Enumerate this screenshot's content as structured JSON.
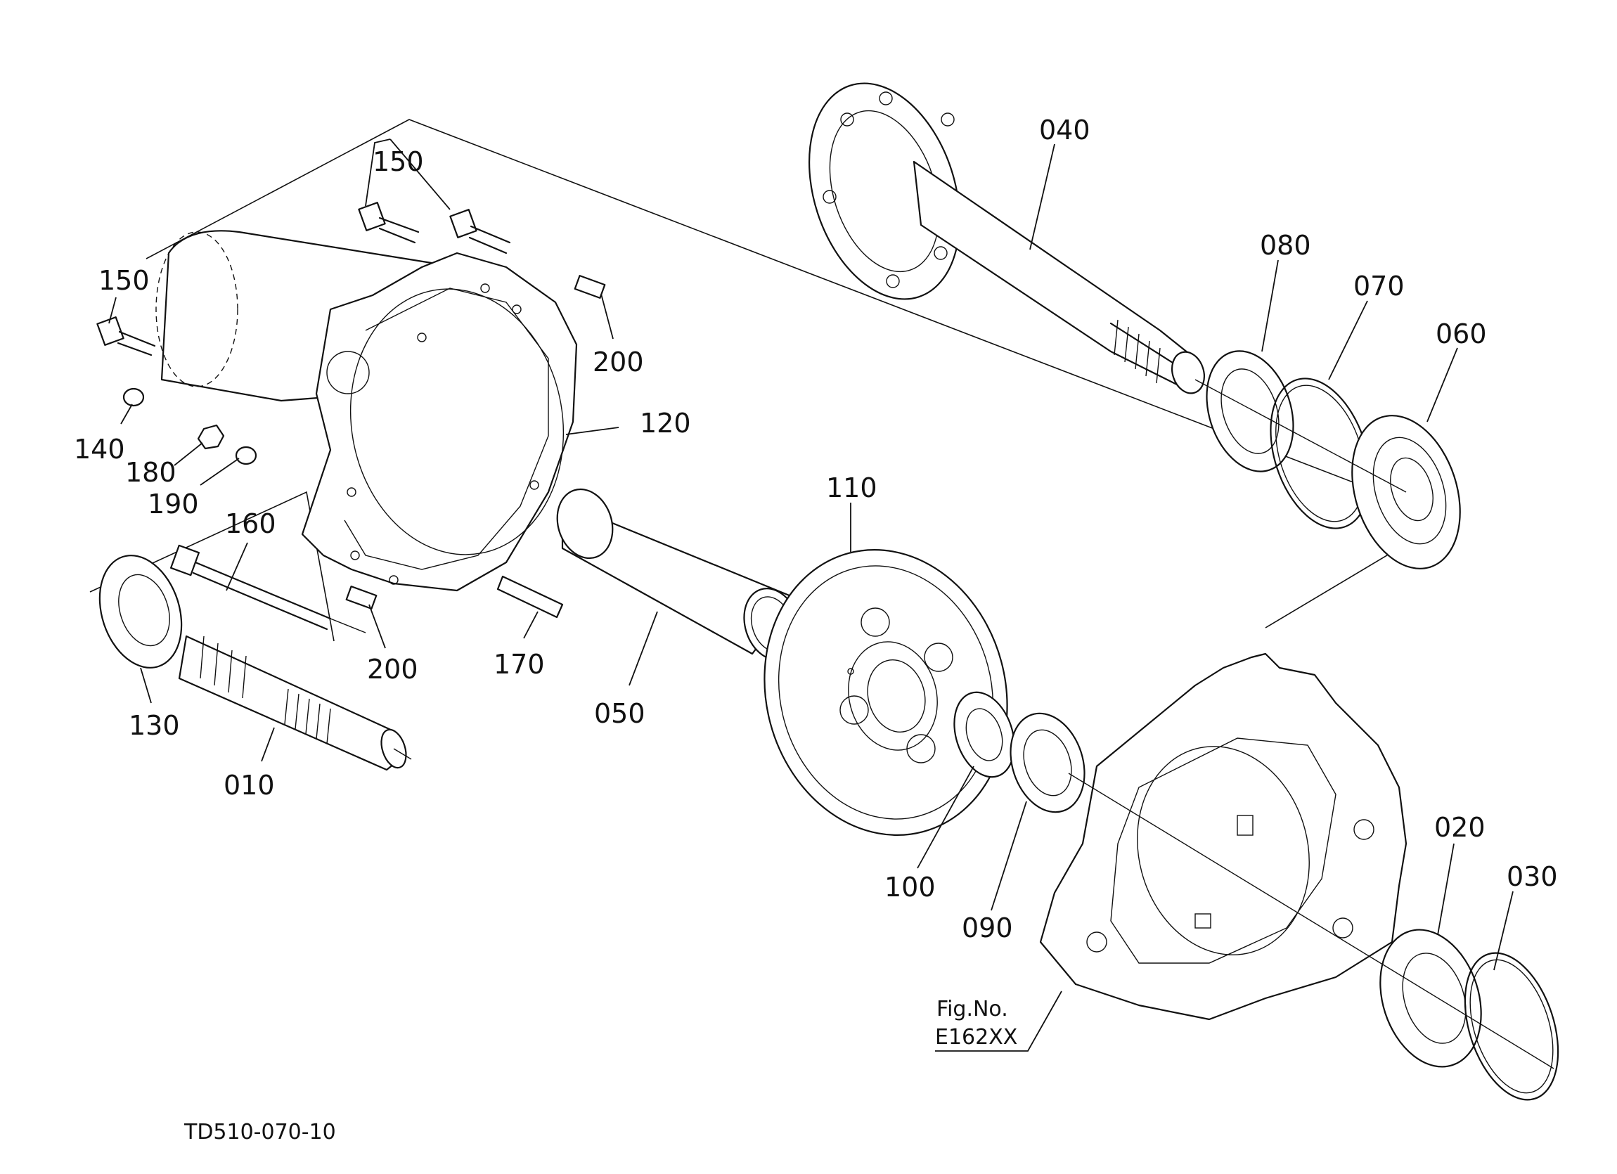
{
  "drawing_code": "TD510-070-10",
  "fig_ref": {
    "line1": "Fig.No.",
    "line2": "E162XX"
  },
  "callouts": {
    "p010": "010",
    "p020": "020",
    "p030": "030",
    "p040": "040",
    "p050": "050",
    "p060": "060",
    "p070": "070",
    "p080": "080",
    "p090": "090",
    "p100": "100",
    "p110": "110",
    "p120": "120",
    "p130": "130",
    "p140": "140",
    "p150a": "150",
    "p150b": "150",
    "p160": "160",
    "p170": "170",
    "p180": "180",
    "p190": "190",
    "p200a": "200",
    "p200b": "200"
  }
}
